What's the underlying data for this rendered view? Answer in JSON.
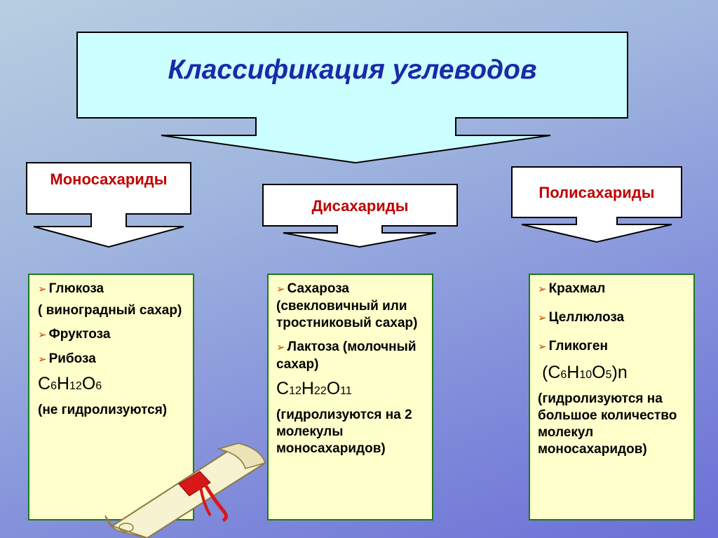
{
  "title": "Классификация углеводов",
  "categories": {
    "mono": "Моносахариды",
    "di": "Дисахариды",
    "poly": "Полисахариды"
  },
  "mono": {
    "item1_name": "Глюкоза",
    "item1_note": "( виноградный сахар)",
    "item2": "Фруктоза",
    "item3": "Рибоза",
    "formula": {
      "a": "C",
      "b": "6",
      "c": "H",
      "d": "12",
      "e": "O",
      "f": "6"
    },
    "note": "(не гидролизуются)"
  },
  "di": {
    "item1": "Сахароза (свекловичный или тростниковый сахар)",
    "item2": "Лактоза (молочный сахар)",
    "formula": {
      "a": "C",
      "b": "12",
      "c": "H",
      "d": "22",
      "e": "O",
      "f": "11"
    },
    "note": "(гидролизуются на 2 молекулы моносахаридов)"
  },
  "poly": {
    "item1": "Крахмал",
    "item2": "Целлюлоза",
    "item3": "Гликоген",
    "formula": {
      "a": "(C",
      "b": "6",
      "c": "H",
      "d": "10",
      "e": "O",
      "f": "5",
      "g": ")n"
    },
    "note": "(гидролизуются на большое количество молекул моносахаридов)"
  },
  "colors": {
    "title_box": "#ccffff",
    "title_text": "#1a2aa8",
    "category_text": "#c00000",
    "content_box": "#ffffcc",
    "content_border": "#1a7a1a",
    "bullet": "#d04000"
  },
  "icons": {
    "bullet": "arrow-bullet-icon",
    "scroll": "paper-scroll-icon"
  }
}
